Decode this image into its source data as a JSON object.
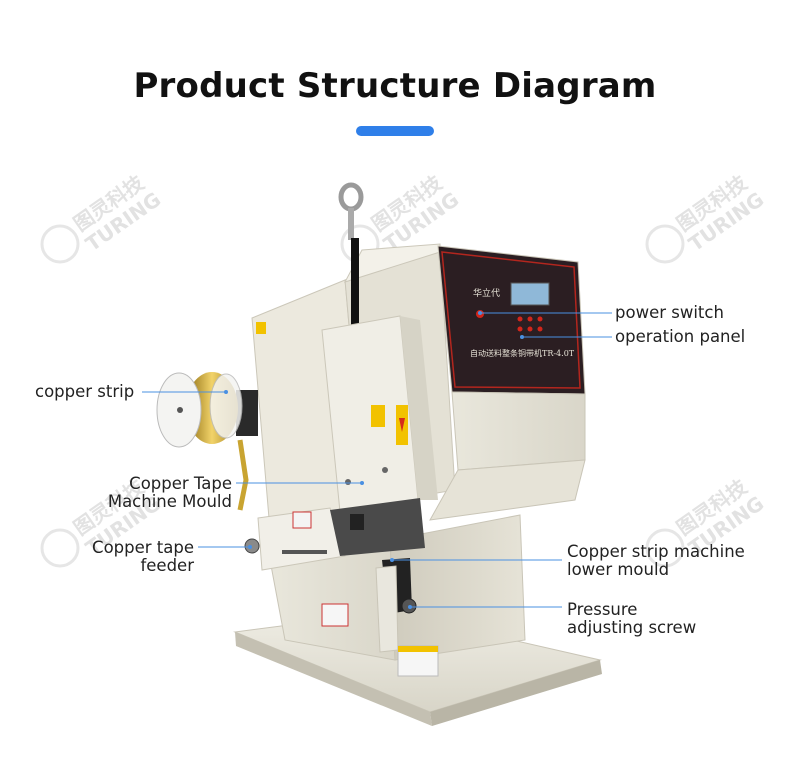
{
  "title": "Product Structure Diagram",
  "accent_color": "#2f7fe9",
  "leader_color": "#4a90e2",
  "watermark": {
    "cn": "图灵科技",
    "en": "TURING"
  },
  "panel": {
    "brand_text": "华立代",
    "model_text": "自动送料整条铜带机TR-4.0T"
  },
  "labels": {
    "power_switch": "power switch",
    "operation_panel": "operation panel",
    "copper_strip": "copper strip",
    "tape_mould_line1": "Copper Tape",
    "tape_mould_line2": "Machine Mould",
    "tape_feeder_line1": "Copper tape",
    "tape_feeder_line2": "feeder",
    "lower_mould_line1": "Copper strip machine",
    "lower_mould_line2": "lower mould",
    "pressure_line1": "Pressure",
    "pressure_line2": "adjusting screw"
  }
}
